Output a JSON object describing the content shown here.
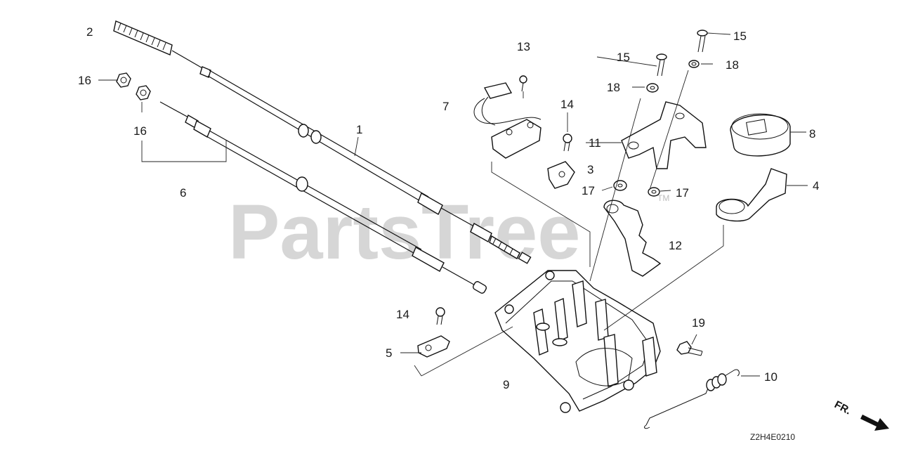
{
  "watermark": {
    "text": "PartsTree",
    "trademark": "TM"
  },
  "drawing_code": "Z2H4E0210",
  "front_label": "FR.",
  "callouts": {
    "c1": "1",
    "c2": "2",
    "c3": "3",
    "c4": "4",
    "c5": "5",
    "c6": "6",
    "c7": "7",
    "c8": "8",
    "c9": "9",
    "c10": "10",
    "c11": "11",
    "c12": "12",
    "c13": "13",
    "c14a": "14",
    "c14b": "14",
    "c15a": "15",
    "c15b": "15",
    "c16a": "16",
    "c16b": "16",
    "c17a": "17",
    "c17b": "17",
    "c18a": "18",
    "c18b": "18",
    "c19": "19"
  }
}
